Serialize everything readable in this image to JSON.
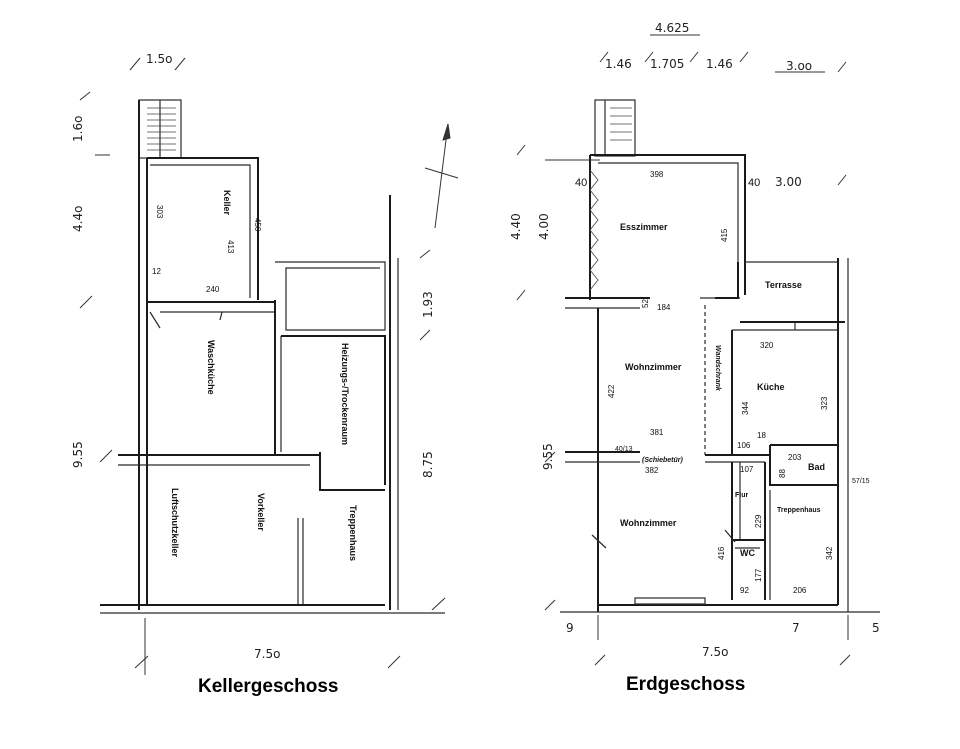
{
  "keller": {
    "title": "Kellergeschoss",
    "rooms": {
      "keller": "Keller",
      "waschkueche": "Waschküche",
      "heizung": "Heizungs-/Trockenraum",
      "luftschutz": "Luftschutzkeller",
      "vorkeller": "Vorkeller",
      "treppenhaus": "Treppenhaus"
    },
    "numbers": {
      "n303": "303",
      "n413": "413",
      "n450": "450",
      "n12": "12",
      "n240": "240"
    },
    "dims": {
      "top": "1.5o",
      "d160": "1.6o",
      "d440": "4.4o",
      "d955": "9.55",
      "d193": "1.93",
      "d875": "8.75",
      "bottom": "7.5o"
    }
  },
  "erd": {
    "title": "Erdgeschoss",
    "rooms": {
      "esszimmer": "Esszimmer",
      "terrasse": "Terrasse",
      "wohnzimmer1": "Wohnzimmer",
      "wandschrank": "Wandschrank",
      "kueche": "Küche",
      "schiebetuer": "(Schiebetür)",
      "wohnzimmer2": "Wohnzimmer",
      "bad": "Bad",
      "flur": "Flur",
      "treppenhaus": "Treppenhaus",
      "wc": "WC"
    },
    "numbers": {
      "n398": "398",
      "n415": "415",
      "n52": "52",
      "n184": "184",
      "n320": "320",
      "n422": "422",
      "n344": "344",
      "n323": "323",
      "n381": "381",
      "n106": "106",
      "n18": "18",
      "n4013": "40/13",
      "n382": "382",
      "n107": "107",
      "n88": "88",
      "n203": "203",
      "n5715": "57/15",
      "n229": "229",
      "n416": "416",
      "n342": "342",
      "n177": "177",
      "n92": "92",
      "n206": "206",
      "n40a": "40",
      "n40b": "40"
    },
    "dims": {
      "total": "4.625",
      "t146a": "1.46",
      "t1705": "1.705",
      "t146b": "1.46",
      "t300": "3.oo",
      "r300": "3.00",
      "d440": "4.40",
      "d400": "4.00",
      "d955": "9.55",
      "b9": "9",
      "b7": "7",
      "b5": "5",
      "bottom": "7.5o"
    }
  }
}
